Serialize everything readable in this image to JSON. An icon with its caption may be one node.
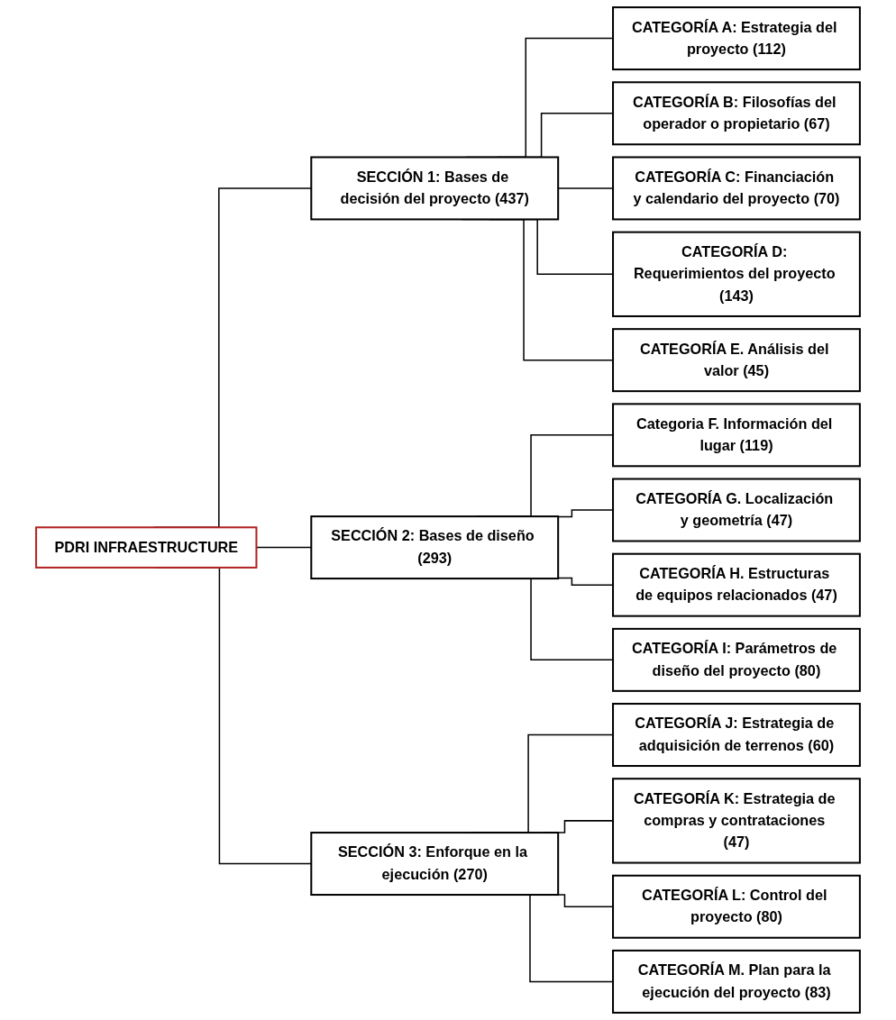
{
  "diagram": {
    "nodes": [
      {
        "text": [
          "PDRI INFRAESTRUCTURE"
        ]
      },
      {
        "text": [
          "SECCIÓN 1: Bases de decisión del proyecto (437)"
        ]
      },
      {
        "text": [
          "SECCIÓN 2: Bases de diseño (293)"
        ]
      },
      {
        "text": [
          "SECCIÓN 3: Enforque en la ejecución (270)"
        ]
      },
      {
        "text": [
          "CATEGORÍA A: Estrategia del proyecto (112)"
        ]
      },
      {
        "text": [
          "CATEGORÍA B: Filosofías del operador o propietario (67)"
        ]
      },
      {
        "text": [
          "CATEGORÍA C: Financiación y calendario del proyecto (70)"
        ]
      },
      {
        "text": [
          "CATEGORÍA D: Requerimientos del proyecto (143)"
        ]
      },
      {
        "text": [
          "CATEGORÍA E. Análisis del valor (45)"
        ]
      },
      {
        "text": [
          "Categoria F. Información del lugar (119)"
        ]
      },
      {
        "text": [
          "CATEGORÍA G. Localización y geometría (47)"
        ]
      },
      {
        "text": [
          "CATEGORÍA H. Estructuras de equipos relacionados (47)"
        ]
      },
      {
        "text": [
          "CATEGORÍA I: Parámetros de diseño del proyecto (80)"
        ]
      },
      {
        "text": [
          "CATEGORÍA J: Estrategia de adquisición de terrenos (60)"
        ]
      },
      {
        "text": [
          "CATEGORÍA K: Estrategia de compras y contrataciones (47)"
        ]
      },
      {
        "text": [
          "CATEGORÍA L: Control del proyecto (80)"
        ]
      },
      {
        "text": [
          "CATEGORÍA M. Plan para la ejecución del proyecto (83)"
        ]
      }
    ],
    "edges": [
      {
        "from": 0,
        "to": 1,
        "arrow": "none"
      },
      {
        "from": 0,
        "to": 2,
        "arrow": "none"
      },
      {
        "from": 0,
        "to": 3,
        "arrow": "none"
      },
      {
        "from": 1,
        "to": 4,
        "arrow": "none"
      },
      {
        "from": 1,
        "to": 5,
        "arrow": "none"
      },
      {
        "from": 1,
        "to": 6,
        "arrow": "none"
      },
      {
        "from": 1,
        "to": 7,
        "arrow": "none"
      },
      {
        "from": 1,
        "to": 8,
        "arrow": "none"
      },
      {
        "from": 2,
        "to": 9,
        "arrow": "none"
      },
      {
        "from": 2,
        "to": 10,
        "arrow": "none"
      },
      {
        "from": 2,
        "to": 11,
        "arrow": "none"
      },
      {
        "from": 2,
        "to": 12,
        "arrow": "none"
      },
      {
        "from": 3,
        "to": 13,
        "arrow": "none"
      },
      {
        "from": 3,
        "to": 14,
        "arrow": "none"
      },
      {
        "from": 3,
        "to": 15,
        "arrow": "none"
      },
      {
        "from": 3,
        "to": 16,
        "arrow": "none"
      }
    ]
  }
}
